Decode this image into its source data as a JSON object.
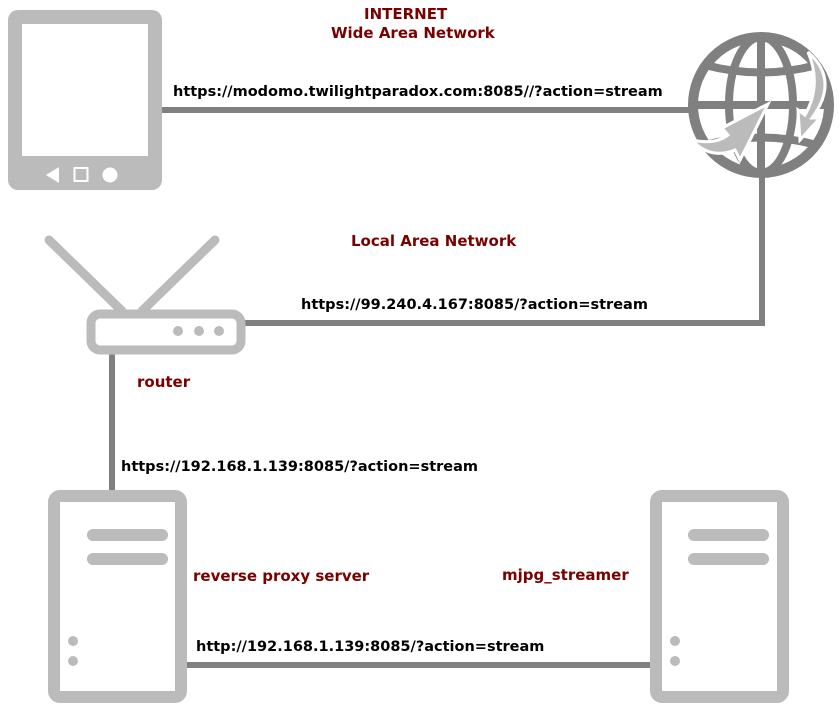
{
  "colors": {
    "line": "#808080",
    "device": "#bbbbbb",
    "label": "#7a0000"
  },
  "zones": {
    "internet": "INTERNET",
    "wan": "Wide Area Network",
    "lan": "Local Area Network"
  },
  "nodes": {
    "tablet": {
      "icon": "tablet-icon"
    },
    "globe": {
      "icon": "globe-icon"
    },
    "router": {
      "icon": "router-icon",
      "label": "router"
    },
    "proxy": {
      "icon": "server-icon",
      "label": "reverse proxy server"
    },
    "streamer": {
      "icon": "server-icon",
      "label": "mjpg_streamer"
    }
  },
  "links": {
    "tablet_globe": "https://modomo.twilightparadox.com:8085//?action=stream",
    "globe_router": "https://99.240.4.167:8085/?action=stream",
    "router_proxy": "https://192.168.1.139:8085/?action=stream",
    "proxy_streamer": "http://192.168.1.139:8085/?action=stream"
  }
}
